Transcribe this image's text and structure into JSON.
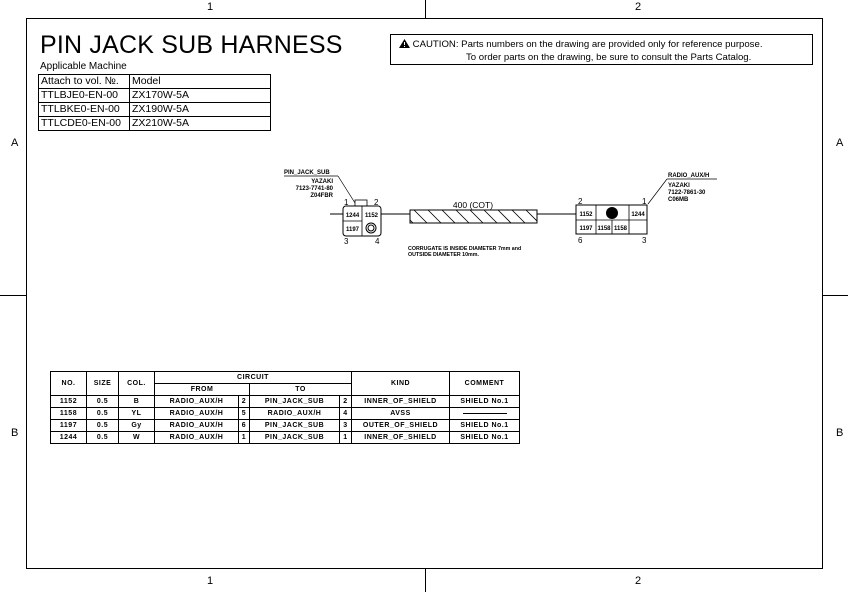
{
  "grid": {
    "columns": [
      "1",
      "2"
    ],
    "rows": [
      "A",
      "B"
    ]
  },
  "title": "PIN JACK SUB HARNESS",
  "applicable_machine": {
    "label": "Applicable Machine",
    "headers": [
      "Attach to vol. №.",
      "Model"
    ],
    "rows": [
      [
        "TTLBJE0-EN-00",
        "ZX170W-5A"
      ],
      [
        "TTLBKE0-EN-00",
        "ZX190W-5A"
      ],
      [
        "TTLCDE0-EN-00",
        "ZX210W-5A"
      ]
    ]
  },
  "caution": {
    "icon": "warning-triangle-icon",
    "line1": "CAUTION: Parts numbers on the drawing are provided only for reference purpose.",
    "line2": "To order parts on the drawing, be sure to consult the Parts Catalog."
  },
  "drawing": {
    "left_connector": {
      "name": "PIN_JACK_SUB",
      "maker": "YAZAKI",
      "part": "7123-7741-80",
      "code": "Z04FBR",
      "pins": [
        "1",
        "2",
        "3",
        "4"
      ],
      "cells": [
        "1244",
        "1152",
        "1197"
      ]
    },
    "right_connector": {
      "name": "RADIO_AUX/H",
      "maker": "YAZAKI",
      "part": "7122-7861-30",
      "code": "C06MB",
      "pins": [
        "2",
        "1",
        "6",
        "3"
      ],
      "cells": [
        "1152",
        "1244",
        "1197",
        "1158",
        "1158"
      ]
    },
    "corrugate_label": "400 (COT)",
    "note_line1": "CORRUGATE IS INSIDE DIAMETER 7mm and",
    "note_line2": "OUTSIDE DIAMETER 10mm."
  },
  "circuit_table": {
    "headers": {
      "no": "NO.",
      "size": "SIZE",
      "col": "COL.",
      "circuit": "CIRCUIT",
      "from": "FROM",
      "to": "TO",
      "kind": "KIND",
      "comment": "COMMENT"
    },
    "rows": [
      {
        "no": "1152",
        "size": "0.5",
        "col": "B",
        "from": "RADIO_AUX/H",
        "from_pin": "2",
        "to": "PIN_JACK_SUB",
        "to_pin": "2",
        "kind": "INNER_OF_SHIELD",
        "comment": "SHIELD No.1"
      },
      {
        "no": "1158",
        "size": "0.5",
        "col": "YL",
        "from": "RADIO_AUX/H",
        "from_pin": "5",
        "to": "RADIO_AUX/H",
        "to_pin": "4",
        "kind": "AVSS",
        "comment": ""
      },
      {
        "no": "1197",
        "size": "0.5",
        "col": "Gy",
        "from": "RADIO_AUX/H",
        "from_pin": "6",
        "to": "PIN_JACK_SUB",
        "to_pin": "3",
        "kind": "OUTER_OF_SHIELD",
        "comment": "SHIELD No.1"
      },
      {
        "no": "1244",
        "size": "0.5",
        "col": "W",
        "from": "RADIO_AUX/H",
        "from_pin": "1",
        "to": "PIN_JACK_SUB",
        "to_pin": "1",
        "kind": "INNER_OF_SHIELD",
        "comment": "SHIELD No.1"
      }
    ]
  }
}
